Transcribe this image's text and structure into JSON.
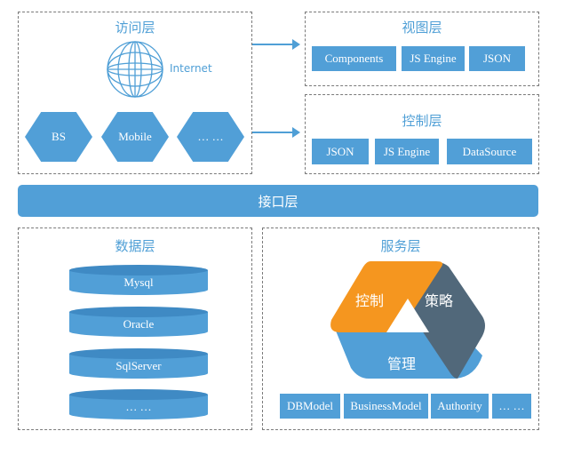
{
  "access_layer": {
    "title": "访问层",
    "internet_label": "Internet",
    "clients": [
      "BS",
      "Mobile",
      "… …"
    ]
  },
  "view_layer": {
    "title": "视图层",
    "items": [
      "Components",
      "JS Engine",
      "JSON"
    ]
  },
  "control_layer": {
    "title": "控制层",
    "items": [
      "JSON",
      "JS Engine",
      "DataSource"
    ]
  },
  "interface_layer": {
    "title": "接口层"
  },
  "data_layer": {
    "title": "数据层",
    "databases": [
      "Mysql",
      "Oracle",
      "SqlServer",
      "… …"
    ]
  },
  "service_layer": {
    "title": "服务层",
    "cycle": {
      "control": "控制",
      "strategy": "策略",
      "management": "管理"
    },
    "items": [
      "DBModel",
      "BusinessModel",
      "Authority",
      "… …"
    ]
  },
  "colors": {
    "primary_blue": "#519fd7",
    "orange": "#f5961f",
    "slate": "#51687a"
  }
}
